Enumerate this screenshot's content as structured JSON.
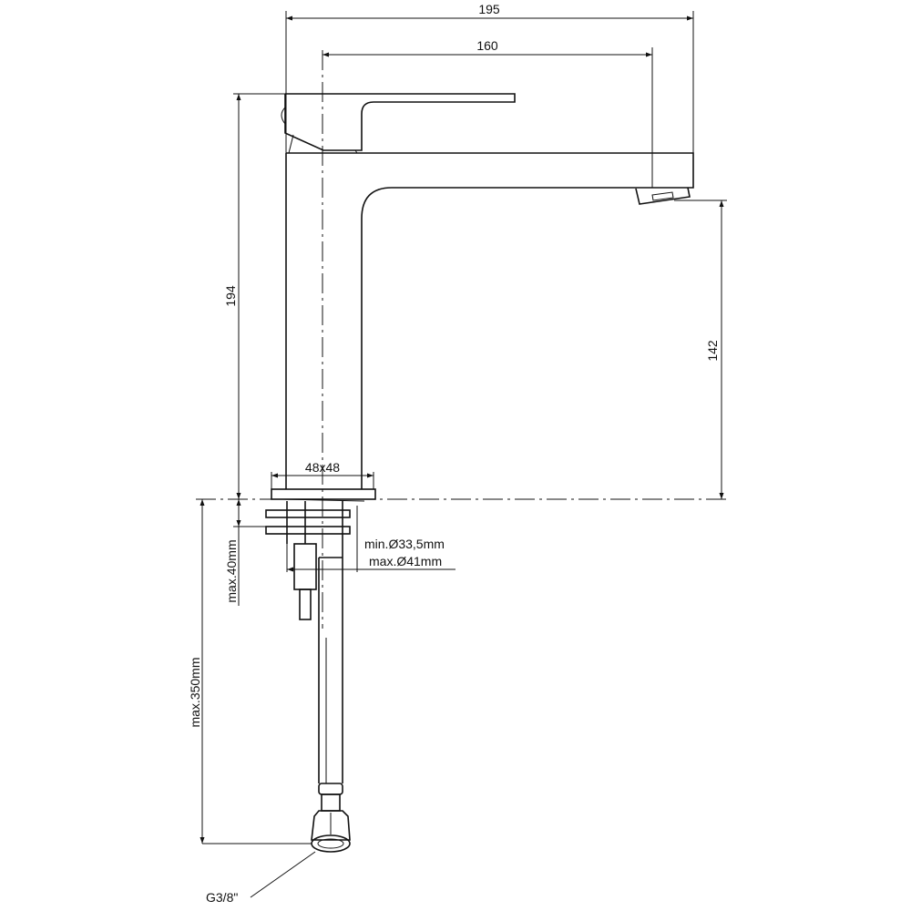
{
  "drawing": {
    "title": "Basin mixer dimensional drawing",
    "dimensions": {
      "overall_length": "195",
      "spout_reach": "160",
      "overall_height": "194",
      "spout_height": "142",
      "base_size": "48x48",
      "hole_min": "min.Ø33,5mm",
      "hole_max": "max.Ø41mm",
      "deck_thickness": "max.40mm",
      "hose_length": "max.350mm",
      "connection": "G3/8\""
    }
  }
}
